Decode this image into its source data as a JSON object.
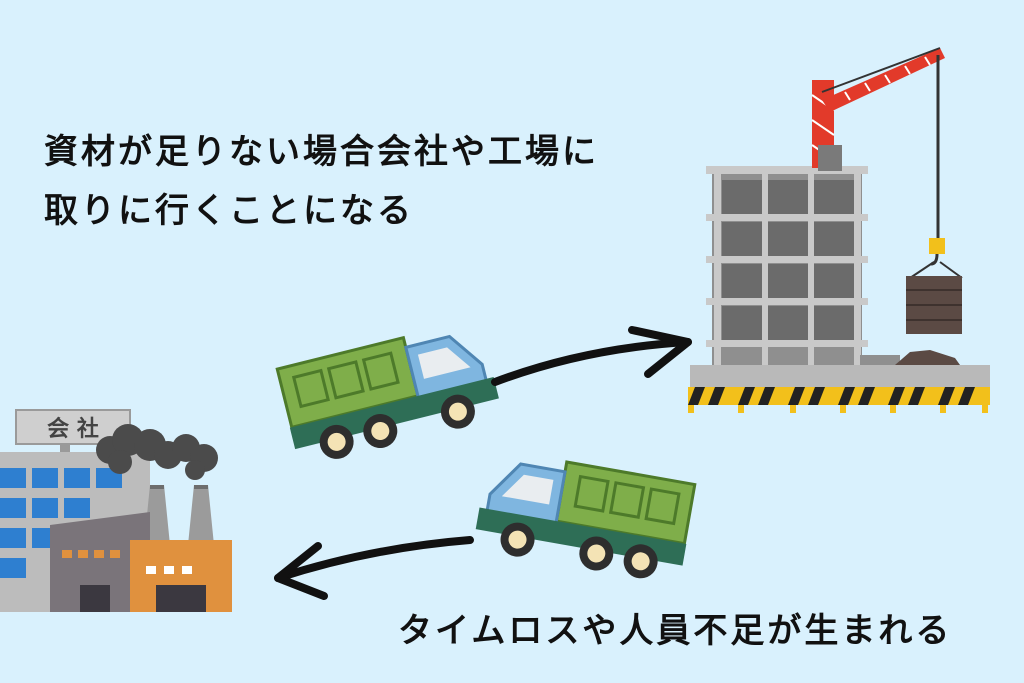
{
  "texts": {
    "top_line_1": "資材が足りない場合会社や工場に",
    "top_line_2": "取りに行くことになる",
    "bottom_line": "タイムロスや人員不足が生まれる",
    "company_sign": "会 社"
  },
  "colors": {
    "background": "#d9f1fd",
    "truck_cab": "#7fb6e0",
    "truck_bed": "#7fae4a",
    "truck_chassis": "#2e6e56",
    "crane_red": "#e23a2a",
    "building_gray": "#8f8f8f",
    "factory_orange": "#e0913e"
  },
  "icons": [
    "company-building-icon",
    "factory-icon",
    "dump-truck-icon",
    "construction-site-icon",
    "crane-icon",
    "arrow-icon"
  ]
}
